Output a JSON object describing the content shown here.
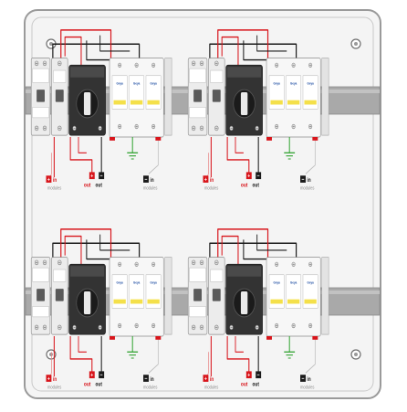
{
  "colors": {
    "enclosure_fill": "#f4f4f4",
    "enclosure_stroke": "#9a9a9a",
    "din_rail": "#a9a9a9",
    "wire_red": "#d8151b",
    "wire_black": "#1a1a1a",
    "wire_dc_pos": "#e88a8a",
    "wire_dc_neg": "#bdbdbd",
    "ground": "#35a535",
    "label_red": "#d8151b",
    "label_gray": "#8f8f8f",
    "spd_yellow": "#f4e04a",
    "isolator_body": "#333333",
    "breaker_body": "#ececec",
    "terminal_red": "#d8151b"
  },
  "quadrants": [
    {
      "id": "top-left",
      "labels": {
        "in_left": "in",
        "modules_left": "modules",
        "out_red": "out",
        "out_black": "out",
        "in_right": "in",
        "modules_right": "modules"
      },
      "spd_brand": [
        "Geya",
        "Geya",
        "Geya"
      ]
    },
    {
      "id": "top-right",
      "labels": {
        "in_left": "in",
        "modules_left": "modules",
        "out_red": "out",
        "out_black": "out",
        "in_right": "in",
        "modules_right": "modules"
      },
      "spd_brand": [
        "Geya",
        "Geya",
        "Geya"
      ]
    },
    {
      "id": "bottom-left",
      "labels": {
        "in_left": "in",
        "modules_left": "modules",
        "out_red": "out",
        "out_black": "out",
        "in_right": "in",
        "modules_right": "modules"
      },
      "spd_brand": [
        "Geya",
        "Geya",
        "Geya"
      ]
    },
    {
      "id": "bottom-right",
      "labels": {
        "in_left": "in",
        "modules_left": "modules",
        "out_red": "out",
        "out_black": "out",
        "in_right": "in",
        "modules_right": "modules"
      },
      "spd_brand": [
        "Geya",
        "Geya",
        "Geya"
      ]
    }
  ],
  "mounting_holes": [
    "top-left",
    "top-right",
    "bottom-left",
    "bottom-right"
  ],
  "icons": {
    "plus_terminal": "plus-terminal-icon",
    "minus_terminal": "minus-terminal-icon",
    "ground": "ground-icon",
    "screw": "screw-icon"
  }
}
